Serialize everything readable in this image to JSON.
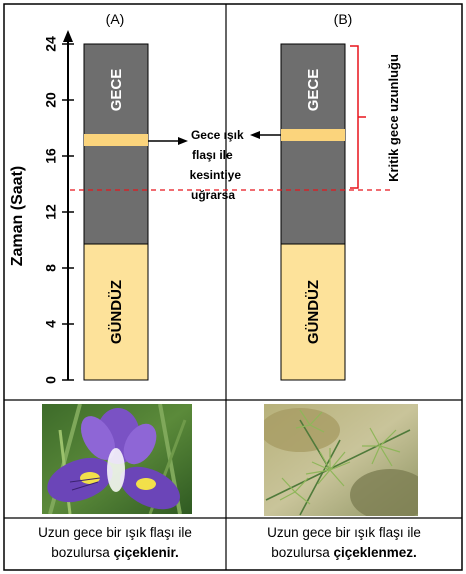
{
  "panels": {
    "a_label": "(A)",
    "b_label": "(B)"
  },
  "axis": {
    "title": "Zaman (Saat)",
    "ticks": [
      "0",
      "4",
      "8",
      "12",
      "16",
      "20",
      "24"
    ]
  },
  "bars": {
    "night_label": "GECE",
    "day_label": "GÜNDÜZ"
  },
  "annotations": {
    "flash_lines": [
      "Gece ışık",
      "flaşı ile",
      "kesintiye",
      "uğrarsa"
    ],
    "critical_label": "Kritik gece uzunluğu"
  },
  "captions": {
    "left_line1": "Uzun gece bir ışık flaşı ile",
    "left_line2_prefix": "bozulursa ",
    "left_line2_bold": "çiçeklenir.",
    "right_line1": "Uzun gece bir ışık flaşı ile",
    "right_line2_prefix": "bozulursa ",
    "right_line2_bold": "çiçeklenmez."
  },
  "photos": {
    "left_icon": "iris-flower-photo",
    "right_icon": "conifer-sprig-photo"
  },
  "colors": {
    "night": "#6e6e6e",
    "day": "#fde29a",
    "flash": "#fbd47c",
    "dashed_line": "#e8141c",
    "bracket": "#e8141c"
  }
}
